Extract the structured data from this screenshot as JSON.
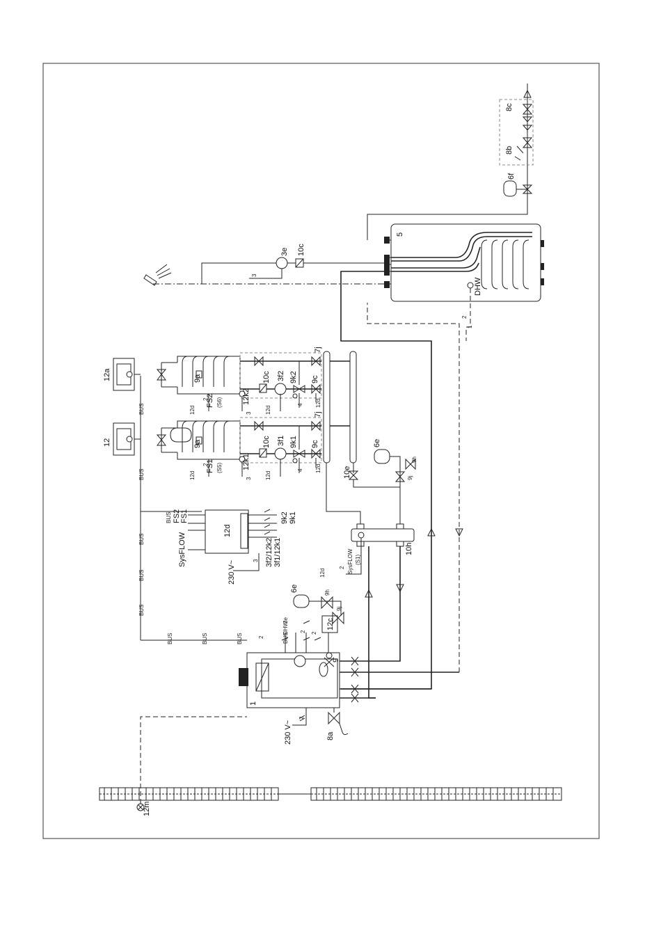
{
  "components": {
    "boiler_id": "1",
    "boiler_mains": "230 V~",
    "boiler_mains_wires": "2",
    "boiler_valve": "8a",
    "boiler_pump_label": "9",
    "controller_12c": "12c",
    "controller_12c_out_wires": [
      "2",
      "2",
      "2"
    ],
    "boiler_out_labels": [
      "BUS",
      "DHW",
      "3e"
    ],
    "expansion_boiler": "6e",
    "expansion_boiler_valves": [
      "9h",
      "9j"
    ],
    "sysflow_label": "SysFLOW",
    "sysflow_sub": "(S1)",
    "sysflow_wire": "12d",
    "sysflow_wire_count": "2",
    "hydraulic_separator": "10h",
    "hub": "12d",
    "hub_mains": "230 V~",
    "hub_mains_wires": "3",
    "hub_left_label": "SysFLOW",
    "hub_left_ports": [
      "BUS",
      "FS2",
      "FS1"
    ],
    "hub_right_ports": [
      "9k2",
      "9k1",
      "3f2/12k2",
      "3f1/12k1"
    ],
    "remote_1": "12",
    "remote_2": "12a",
    "bus_label": "BUS",
    "circuit_1": {
      "sensor": "FS1",
      "sensor_sub": "(S5)",
      "sensor_wire": "12d",
      "pump": "3f1",
      "pump_ctrl": "12k1",
      "mixer": "9k1",
      "valve_a": "9a",
      "valve_c": "9c",
      "check": "10c",
      "group": "7j",
      "wire_counts": [
        "2",
        "3",
        "4"
      ],
      "wire_label": "12d"
    },
    "circuit_2": {
      "sensor": "FS2",
      "sensor_sub": "(S6)",
      "sensor_wire": "12d",
      "pump": "3f2",
      "pump_ctrl": "12k2",
      "mixer": "9k2",
      "valve_a": "9a",
      "valve_c": "9c",
      "check": "10c",
      "group": "7j",
      "wire_counts": [
        "2",
        "3",
        "4"
      ],
      "wire_label": "12d"
    },
    "manifold_valve": "10e",
    "expansion_heating": "6e",
    "expansion_heating_valves": [
      "9h",
      "9j"
    ],
    "dhw_pump": "3e",
    "dhw_check": "10c",
    "dhw_pump_wires": "3",
    "cylinder": "5",
    "cylinder_sensor": "DHW",
    "cylinder_wire_counts": [
      "2",
      "1"
    ],
    "cold_group": "8c",
    "cold_valve": "8b",
    "cold_expansion": "6f",
    "outdoor_sensor": "12m"
  }
}
